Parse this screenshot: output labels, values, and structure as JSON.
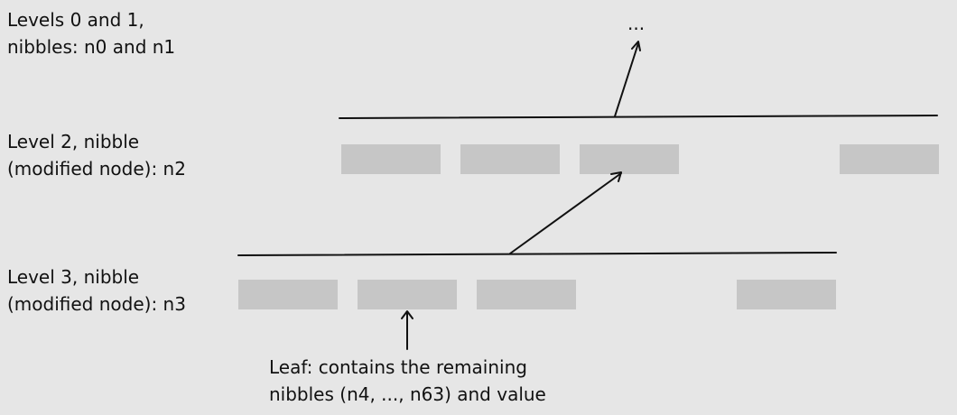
{
  "levels": {
    "level01": {
      "line1": "Levels 0 and 1,",
      "line2": "nibbles: n0 and n1"
    },
    "level2": {
      "line1": "Level 2, nibble",
      "line2": "(modified node): n2"
    },
    "level3": {
      "line1": "Level 3, nibble",
      "line2": "(modified node): n3"
    }
  },
  "ellipsis": "...",
  "leaf": {
    "line1": "Leaf: contains the remaining",
    "line2": "nibbles (n4, ..., n63) and value"
  },
  "colors": {
    "background": "#e6e6e6",
    "slot": "#c6c6c6",
    "ink": "#111111"
  }
}
